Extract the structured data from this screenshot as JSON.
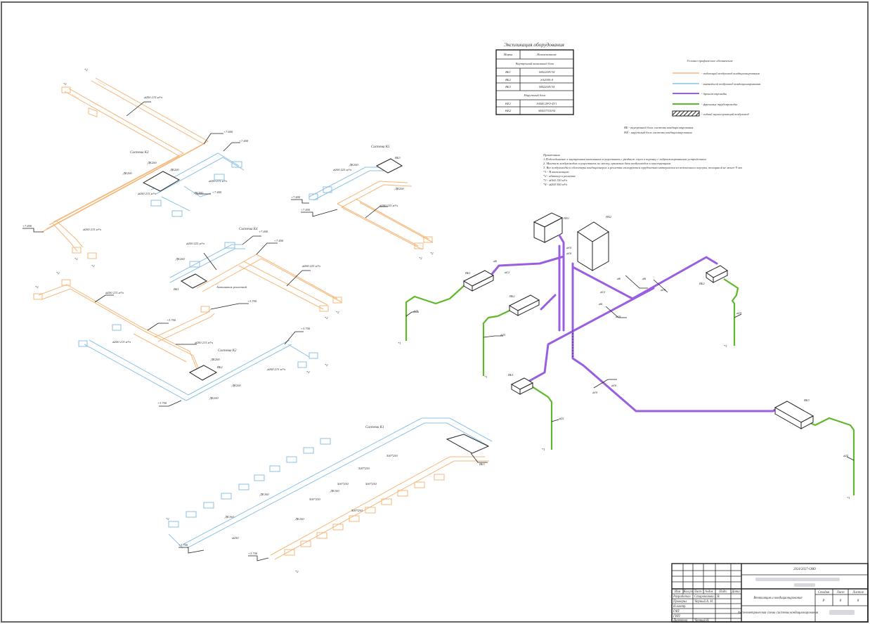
{
  "sheet": {
    "type": "isometric HVAC drawing",
    "colors": {
      "supply_duct": "#f5b77a",
      "return_duct": "#8cc2e6",
      "drainage": "#9a5fe0",
      "refrigerant": "#5fb82a",
      "unit_outline": "#222222"
    }
  },
  "equipment_table": {
    "title": "Экспликация оборудования",
    "headers": [
      "Марка",
      "Наименование"
    ],
    "sections": [
      {
        "title": "Внутренний канальный блок",
        "rows": [
          [
            "ВБ1",
            "SM2200V34"
          ],
          [
            "ВБ2",
            "SA2000-4"
          ],
          [
            "ВБ3",
            "SM2204V34"
          ]
        ]
      },
      {
        "title": "Наружный блок",
        "rows": [
          [
            "НБ1",
            "SAMU2PO-4V1"
          ],
          [
            "НБ2",
            "SM25751034"
          ]
        ]
      }
    ]
  },
  "legend": {
    "title": "Условно-графическое обозначение",
    "items": [
      {
        "kind": "supply",
        "label": "- подающий воздуховод кондиционирования"
      },
      {
        "kind": "return",
        "label": "- вытяжной воздуховод кондиционирования"
      },
      {
        "kind": "drain",
        "label": "- дренажопроводы"
      },
      {
        "kind": "refrigerant",
        "label": "- фреонные трубопроводы"
      },
      {
        "kind": "insulated",
        "label": "- гибкий шумоглушащий воздуховод"
      }
    ],
    "abbreviations": [
      "ВБ - внутренний блок системы кондиционирования",
      "НБ - наружный блок системы кондиционирования"
    ]
  },
  "notes": {
    "title": "Примечания",
    "lines": [
      "1.Подсоединение к внутренним канальным осуществить с раздвиж спуск в воронку с гидроизолированием устройством",
      "2. Монтаж воздуховодов осуществить по месту, применив бязи воздуховодов к конструкциям",
      "3. Все воздуховоды и облегтеры кондиционеров и решетки изолируются трубчатым материалом из вспененного каучука, толщиной не менее 9 мм",
      "*1 - В канализацию",
      "*2 - адаптер к решетке",
      "*3 - ⌀160 150 м³/ч",
      "*4 - ⌀200 300 м³/ч"
    ]
  },
  "systems": [
    {
      "name": "Система К3",
      "labels": [
        "⌀200 215 м³/ч",
        "ДК200",
        "ДК200",
        "ДК200",
        "⌀200 215 м³/ч",
        "⌀200 215 м³/ч",
        "ДК200",
        "⌀200 215 м³/ч",
        "+7.400",
        "+7.400",
        "+7.400",
        "+7.400",
        "*2"
      ]
    },
    {
      "name": "Система К5",
      "labels": [
        "ДК200",
        "ВБ3",
        "⌀200 225 м³/ч",
        "ДК200",
        "⌀200 225 м³/ч",
        "+7.400",
        "+7.400",
        "*2"
      ]
    },
    {
      "name": "Система К4",
      "labels": [
        "⌀200 225 м³/ч",
        "ДК200",
        "ВБ1",
        "Автоматик решеткой",
        "+7.400",
        "+7.400",
        "⌀200 225 м³/ч",
        "*2"
      ]
    },
    {
      "name": "Система К2",
      "labels": [
        "⌀200 215 м³/ч",
        "+3.700",
        "⌀200 215 м³/ч",
        "ДК200",
        "ВБ2",
        "ДК200",
        "ДК200",
        "⌀200 215 м³/ч",
        "+3.700",
        "+3.700",
        "+3.700",
        "*2"
      ]
    },
    {
      "name": "Система К1",
      "labels": [
        "500*250",
        "ДК160",
        "⌀250",
        "ВБ3",
        "+3.700",
        "+3.700",
        "*2"
      ]
    }
  ],
  "refrigerant_labels": {
    "units": [
      "НБ1",
      "НБ2",
      "ВБ1",
      "ВБ2",
      "ВБ3",
      "ВБ2",
      "ВБ1"
    ],
    "pipes": [
      "⌀6",
      "⌀12",
      "⌀6",
      "⌀10",
      "⌀6",
      "⌀10",
      "⌀16",
      "⌀10",
      "⌀25",
      "*1"
    ]
  },
  "title_block": {
    "doc_code": "2024/2027-ОВО",
    "left_headers": [
      "Изм",
      "Кол.уч",
      "Лист",
      "№док",
      "Подп.",
      "Дата"
    ],
    "roles": [
      {
        "role": "Разработал",
        "name": "Старокопова Г.В."
      },
      {
        "role": "Проверил",
        "name": "Черный А. Н."
      },
      {
        "role": "Н.контр.",
        "name": ""
      },
      {
        "role": "ГАП",
        "name": ""
      },
      {
        "role": "ГИП",
        "name": ""
      },
      {
        "role": "Директор",
        "name": "Черный Н."
      }
    ],
    "section_title": "Вентиляция и кондиционирование",
    "sheet_title": "Аксонометрическая схема системы кондиционирования",
    "stage_headers": [
      "Стадия",
      "Лист",
      "Листов"
    ],
    "stage_values": [
      "Р",
      "8",
      "8"
    ]
  }
}
